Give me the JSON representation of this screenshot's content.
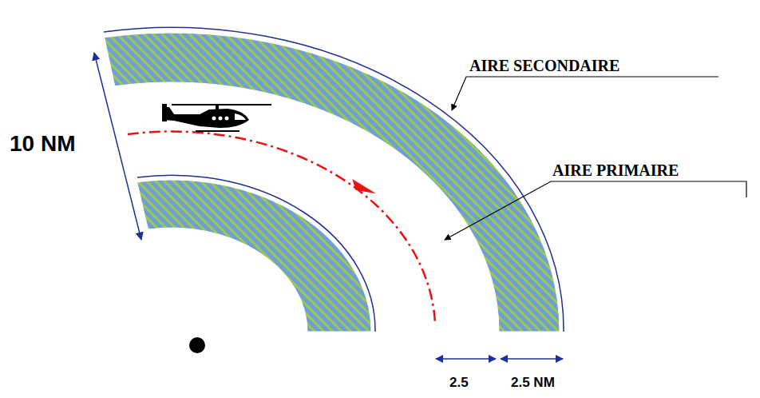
{
  "diagram": {
    "labels": [
      "10 NM",
      "AIRE SECONDAIRE",
      "AIRE PRIMAIRE",
      "2.5",
      "2.5 NM"
    ]
  }
}
